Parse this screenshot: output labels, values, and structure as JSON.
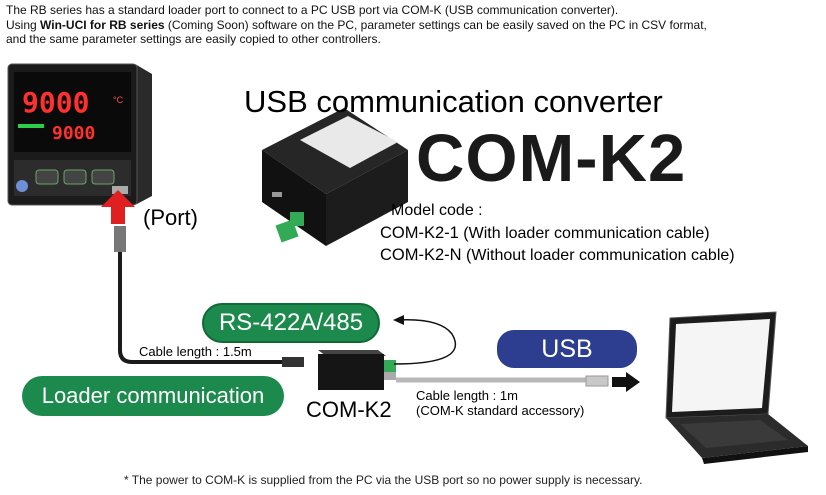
{
  "intro": {
    "line1": "The RB series has a standard loader port to connect to a PC USB port via COM-K (USB communication converter).",
    "line2_a": "Using ",
    "line2_b": "Win-UCI for RB series",
    "line2_c": " (Coming Soon) software on the PC, parameter settings can be easily saved on the PC in CSV format,",
    "line3": "and the same parameter settings are easily copied to other controllers."
  },
  "controller": {
    "pv": "9000",
    "sv": "9000",
    "unit": "°C"
  },
  "port_label": "(Port)",
  "product": {
    "title": "USB communication converter",
    "model": "COM-K2",
    "model_code_label": "Model code :",
    "codes": [
      {
        "code": "COM-K2-1",
        "desc": " (With loader communication cable)"
      },
      {
        "code": "COM-K2-N",
        "desc": " (Without loader communication cable)"
      }
    ]
  },
  "diagram": {
    "rs_label": "RS-422A/485",
    "loader_label": "Loader communication",
    "usb_label": "USB",
    "cable1": "Cable length : 1.5m",
    "cable2": "Cable length : 1m",
    "cable2_note": "(COM-K standard accessory)",
    "device_label": "COM-K2"
  },
  "footnote": "* The power to COM-K is supplied from the PC via the USB port so no power supply is necessary.",
  "colors": {
    "green": "#1c8a4c",
    "navy": "#2d3d8f",
    "arrow_red": "#e02020"
  }
}
